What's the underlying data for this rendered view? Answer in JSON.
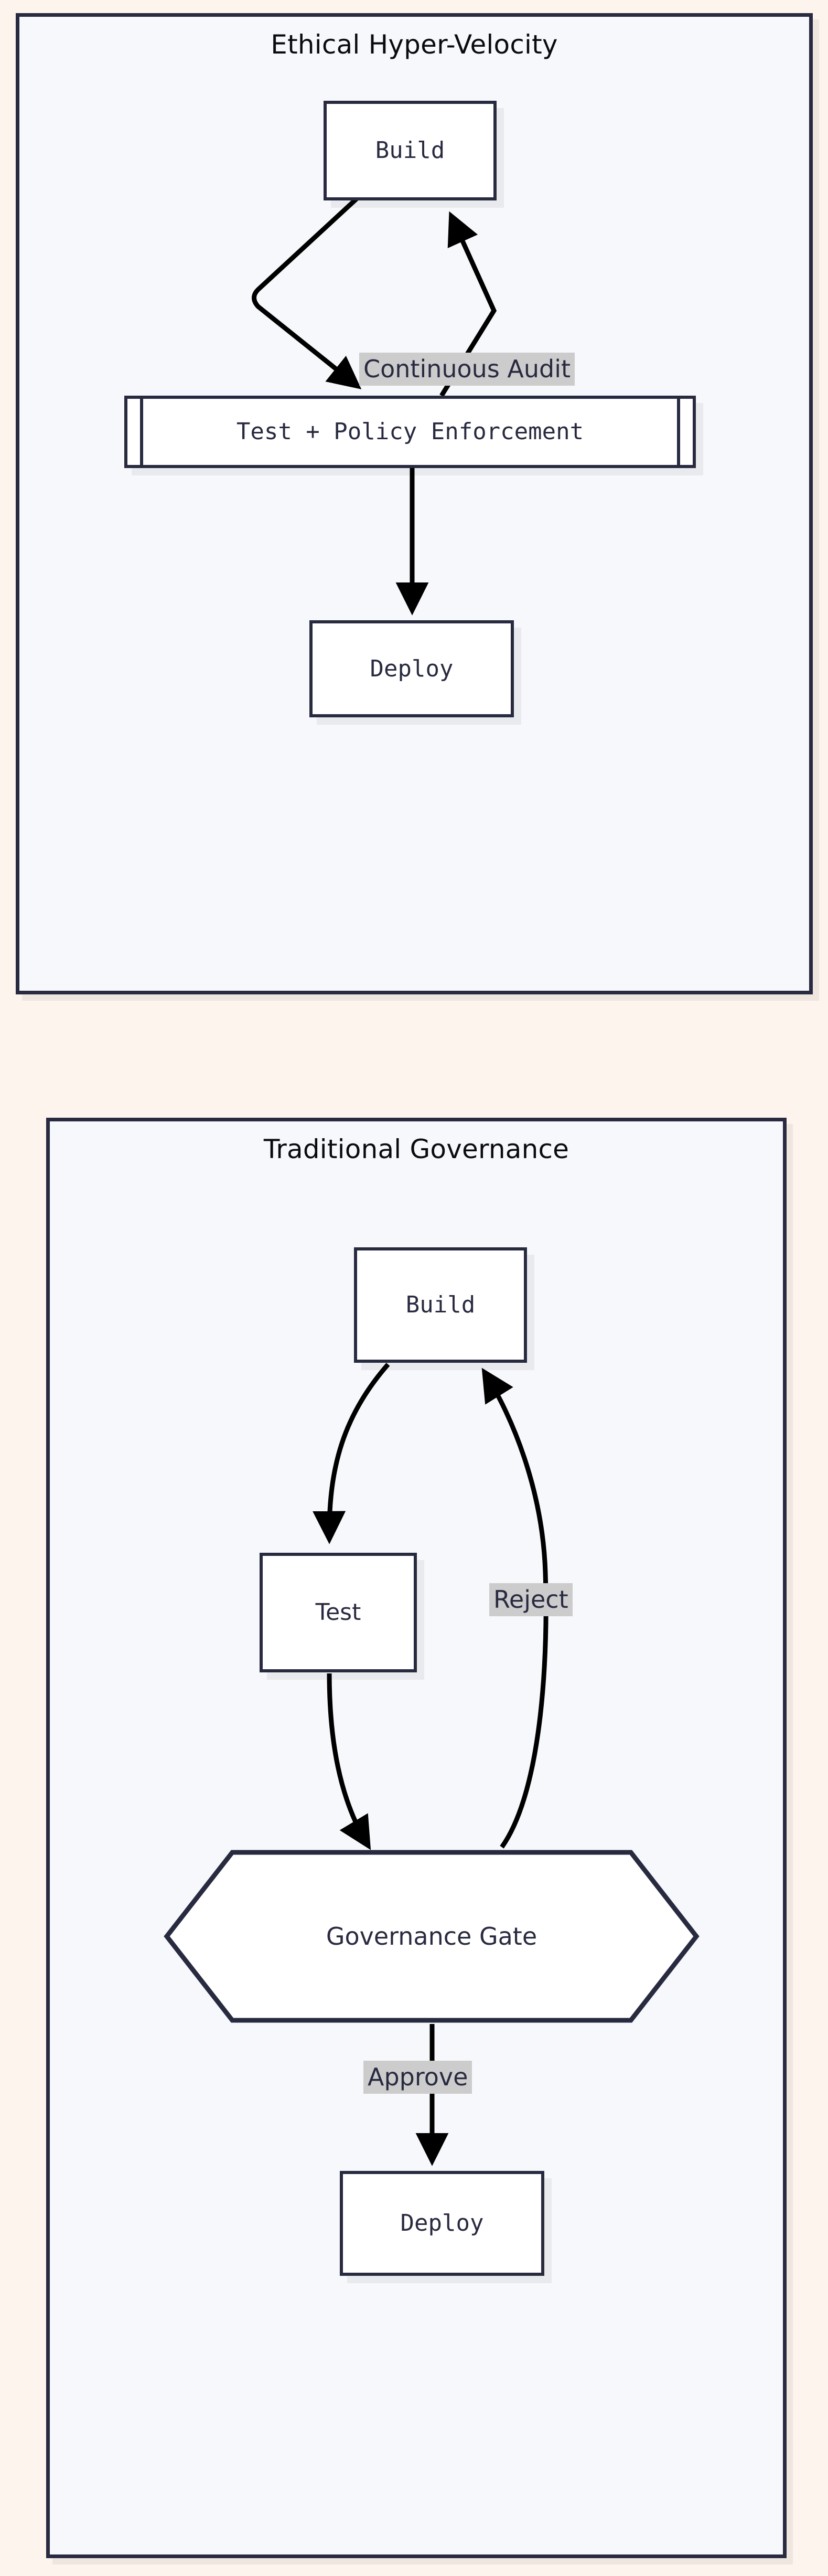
{
  "theme": {
    "page_background": "#fdf4ee",
    "container_background": "#f7f8fb",
    "container_border": "#282a40",
    "node_background": "#ffffff",
    "node_border": "#282a40",
    "node_text": "#282a40",
    "title_text": "#0b0b0f",
    "edge_stroke": "#000000",
    "edge_label_background": "#cccccc",
    "edge_label_text": "#282a40"
  },
  "diagrams": [
    {
      "id": "ethical-hyper-velocity",
      "title": "Ethical Hyper-Velocity",
      "nodes": [
        {
          "id": "build",
          "label": "Build",
          "shape": "rect"
        },
        {
          "id": "test",
          "label": "Test + Policy Enforcement",
          "shape": "subroutine"
        },
        {
          "id": "deploy",
          "label": "Deploy",
          "shape": "rect"
        }
      ],
      "edges": [
        {
          "from": "build",
          "to": "test",
          "label": ""
        },
        {
          "from": "test",
          "to": "build",
          "label": "Continuous Audit"
        },
        {
          "from": "test",
          "to": "deploy",
          "label": ""
        }
      ]
    },
    {
      "id": "traditional-governance",
      "title": "Traditional Governance",
      "nodes": [
        {
          "id": "build",
          "label": "Build",
          "shape": "rect"
        },
        {
          "id": "test",
          "label": "Test",
          "shape": "rect"
        },
        {
          "id": "gate",
          "label": "Governance Gate",
          "shape": "hexagon"
        },
        {
          "id": "deploy",
          "label": "Deploy",
          "shape": "rect"
        }
      ],
      "edges": [
        {
          "from": "build",
          "to": "test",
          "label": ""
        },
        {
          "from": "test",
          "to": "gate",
          "label": ""
        },
        {
          "from": "gate",
          "to": "build",
          "label": "Reject"
        },
        {
          "from": "gate",
          "to": "deploy",
          "label": "Approve"
        }
      ]
    }
  ]
}
